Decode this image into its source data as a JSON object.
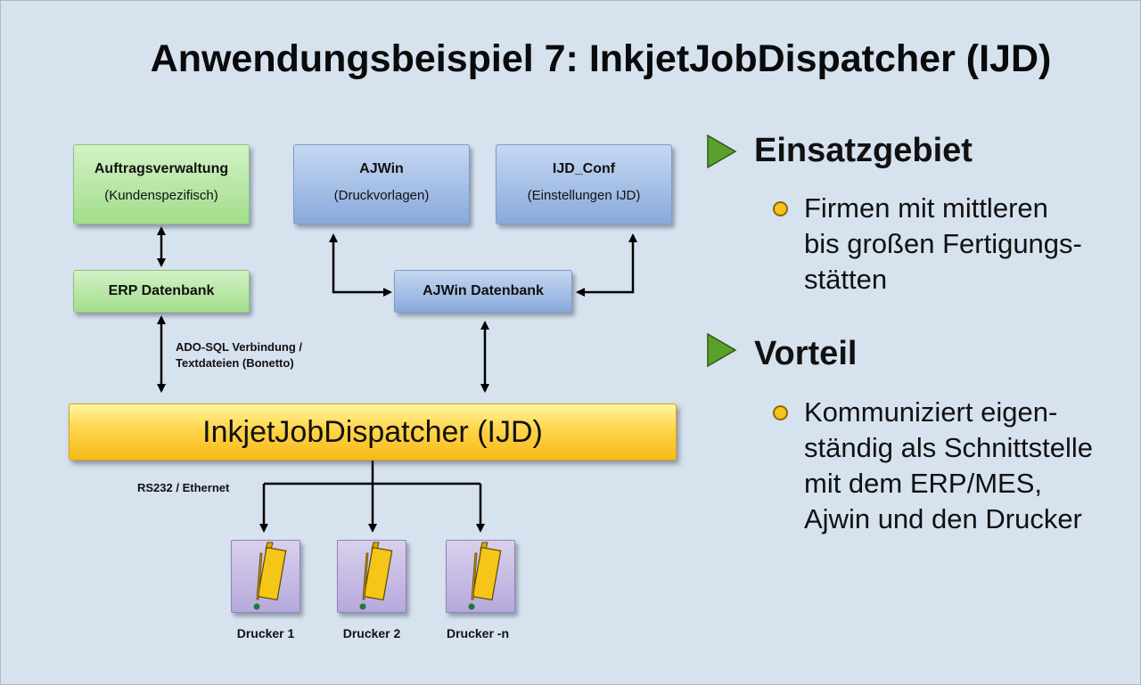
{
  "title": "Anwendungsbeispiel 7: InkjetJobDispatcher (IJD)",
  "boxes": {
    "auftrag": {
      "title": "Auftragsverwaltung",
      "sub": "(Kundenspezifisch)"
    },
    "ajwin": {
      "title": "AJWin",
      "sub": "(Druckvorlagen)"
    },
    "ijd_conf": {
      "title": "IJD_Conf",
      "sub": "(Einstellungen IJD)"
    },
    "erp": {
      "title": "ERP Datenbank"
    },
    "ajwin_db": {
      "title": "AJWin Datenbank"
    },
    "ijd": {
      "title": "InkjetJobDispatcher (IJD)"
    }
  },
  "labels": {
    "ado_line1": "ADO-SQL Verbindung /",
    "ado_line2": "Textdateien (Bonetto)",
    "rs232": "RS232 / Ethernet"
  },
  "printers": [
    "Drucker 1",
    "Drucker 2",
    "Drucker -n"
  ],
  "sections": [
    {
      "heading": "Einsatzgebiet",
      "lines": [
        "Firmen mit mittleren",
        "bis großen Fertigungs-",
        "stätten"
      ]
    },
    {
      "heading": "Vorteil",
      "lines": [
        "Kommuniziert eigen-",
        "ständig als Schnittstelle",
        "mit dem ERP/MES,",
        "Ajwin und den Drucker"
      ]
    }
  ],
  "colors": {
    "green_box": "#a2dd8b",
    "blue_box": "#89a9dc",
    "ijd_bar": "#ffd54a",
    "printer": "#b6a9dc",
    "triangle": "#5aa02c",
    "bullet": "#f6c21c",
    "background": "#d7e2ef"
  }
}
